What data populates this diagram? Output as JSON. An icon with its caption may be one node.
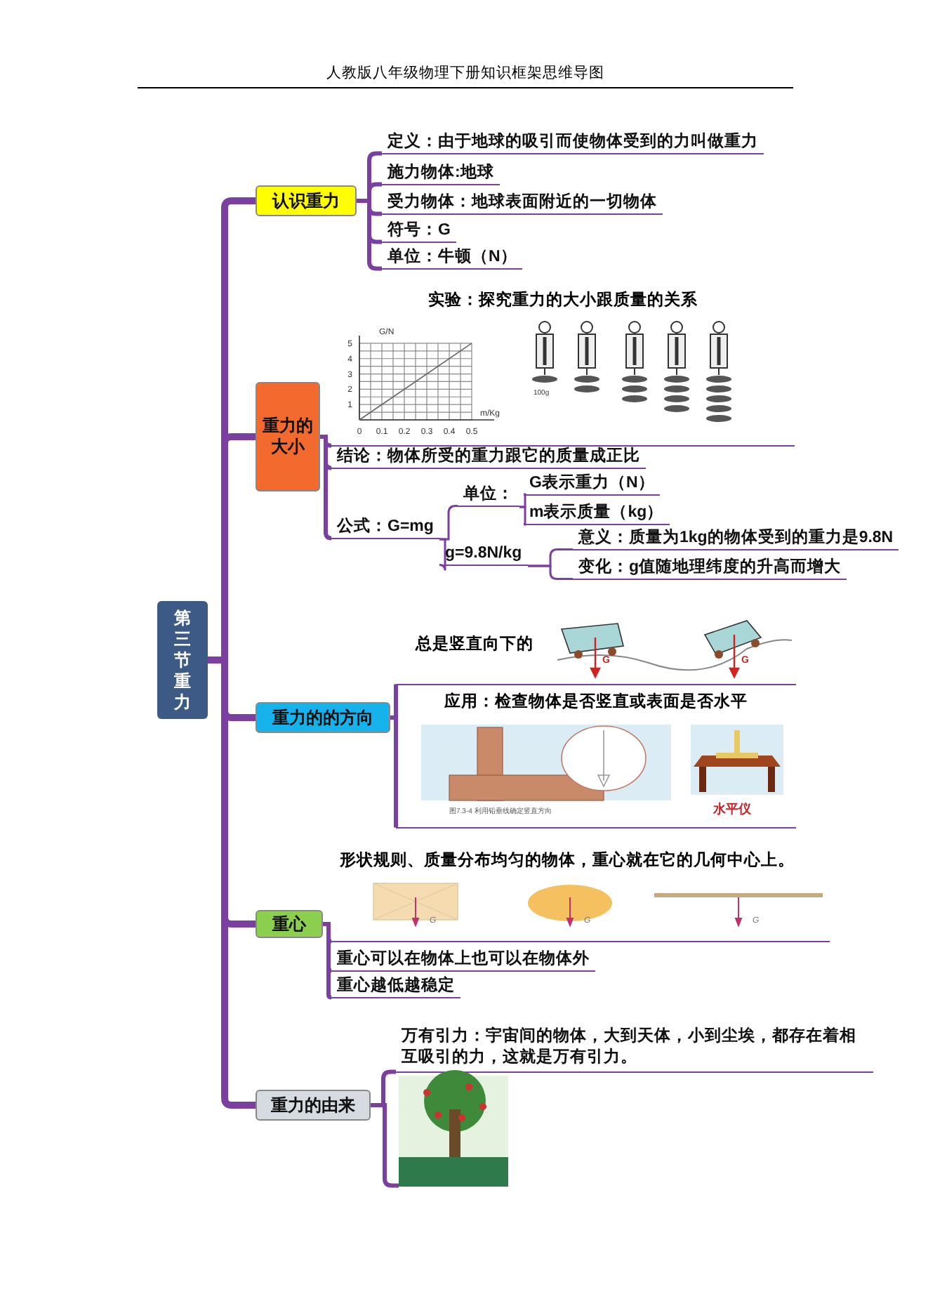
{
  "diagram": {
    "title": "人教版八年级物理下册知识框架思维导图",
    "nodes": [
      {
        "text": [
          "第三节重力"
        ]
      },
      {
        "text": [
          "认识重力"
        ]
      },
      {
        "text": [
          "定义：由于地球的吸引而使物体受到的力叫做重力"
        ]
      },
      {
        "text": [
          "施力物体:地球"
        ]
      },
      {
        "text": [
          "受力物体：地球表面附近的一切物体"
        ]
      },
      {
        "text": [
          "符号：G"
        ]
      },
      {
        "text": [
          "单位：牛顿（N）"
        ]
      },
      {
        "text": [
          "重力的大小"
        ]
      },
      {
        "text": [
          "实验：探究重力的大小跟质量的关系"
        ]
      },
      {
        "text": [
          "结论：物体所受的重力跟它的质量成正比"
        ]
      },
      {
        "text": [
          "公式：G=mg"
        ]
      },
      {
        "text": [
          "单位："
        ]
      },
      {
        "text": [
          "G表示重力（N）"
        ]
      },
      {
        "text": [
          "m表示质量（kg）"
        ]
      },
      {
        "text": [
          "g=9.8N/kg"
        ]
      },
      {
        "text": [
          "意义：质量为1kg的物体受到的重力是9.8N"
        ]
      },
      {
        "text": [
          "变化：g值随地理纬度的升高而增大"
        ]
      },
      {
        "text": [
          "重力的的方向"
        ]
      },
      {
        "text": [
          "总是竖直向下的"
        ]
      },
      {
        "text": [
          "应用：检查物体是否竖直或表面是否水平"
        ]
      },
      {
        "text": [
          "重心"
        ]
      },
      {
        "text": [
          "形状规则、质量分布均匀的物体，重心就在它的几何中心上。"
        ]
      },
      {
        "text": [
          "重心可以在物体上也可以在物体外"
        ]
      },
      {
        "text": [
          "重心越低越稳定"
        ]
      },
      {
        "text": [
          "重力的由来"
        ]
      },
      {
        "text": [
          "万有引力：宇宙间的物体，大到天体，小到尘埃，都存在着相互吸引的力，这就是万有引力。"
        ]
      },
      {
        "text": [],
        "shape": "picture"
      }
    ],
    "edges": [
      {
        "from": 0,
        "to": 1,
        "arrow": "none"
      },
      {
        "from": 0,
        "to": 7,
        "arrow": "none"
      },
      {
        "from": 0,
        "to": 17,
        "arrow": "none"
      },
      {
        "from": 0,
        "to": 20,
        "arrow": "none"
      },
      {
        "from": 0,
        "to": 24,
        "arrow": "none"
      },
      {
        "from": 1,
        "to": 2,
        "arrow": "none"
      },
      {
        "from": 1,
        "to": 3,
        "arrow": "none"
      },
      {
        "from": 1,
        "to": 4,
        "arrow": "none"
      },
      {
        "from": 1,
        "to": 5,
        "arrow": "none"
      },
      {
        "from": 1,
        "to": 6,
        "arrow": "none"
      },
      {
        "from": 7,
        "to": 8,
        "arrow": "none"
      },
      {
        "from": 7,
        "to": 9,
        "arrow": "none"
      },
      {
        "from": 7,
        "to": 10,
        "arrow": "none"
      },
      {
        "from": 10,
        "to": 11,
        "arrow": "none"
      },
      {
        "from": 10,
        "to": 14,
        "arrow": "none"
      },
      {
        "from": 11,
        "to": 12,
        "arrow": "none"
      },
      {
        "from": 11,
        "to": 13,
        "arrow": "none"
      },
      {
        "from": 14,
        "to": 15,
        "arrow": "none"
      },
      {
        "from": 14,
        "to": 16,
        "arrow": "none"
      },
      {
        "from": 17,
        "to": 18,
        "arrow": "none"
      },
      {
        "from": 17,
        "to": 19,
        "arrow": "none"
      },
      {
        "from": 20,
        "to": 21,
        "arrow": "none"
      },
      {
        "from": 20,
        "to": 22,
        "arrow": "none"
      },
      {
        "from": 20,
        "to": 23,
        "arrow": "none"
      },
      {
        "from": 24,
        "to": 25,
        "arrow": "none"
      },
      {
        "from": 24,
        "to": 26,
        "arrow": "none"
      }
    ],
    "labels": [
      "100g",
      "G",
      "G",
      "图7.3-4 利用铅垂线确定竖直方向",
      "水平仪",
      "G",
      "G",
      "G"
    ],
    "chart_data": {
      "type": "line",
      "xlabel": "m/Kg",
      "ylabel": "G/N",
      "x": [
        0,
        0.5
      ],
      "series": [
        {
          "color": "#666666",
          "values": [
            0,
            5
          ]
        }
      ],
      "xticks": [
        0,
        0.1,
        0.2,
        0.3,
        0.4,
        0.5
      ],
      "yticks": [
        1,
        2,
        3,
        4,
        5
      ],
      "xlim": [
        0,
        0.6
      ],
      "ylim": [
        0,
        5.5
      ],
      "grid": true
    }
  }
}
